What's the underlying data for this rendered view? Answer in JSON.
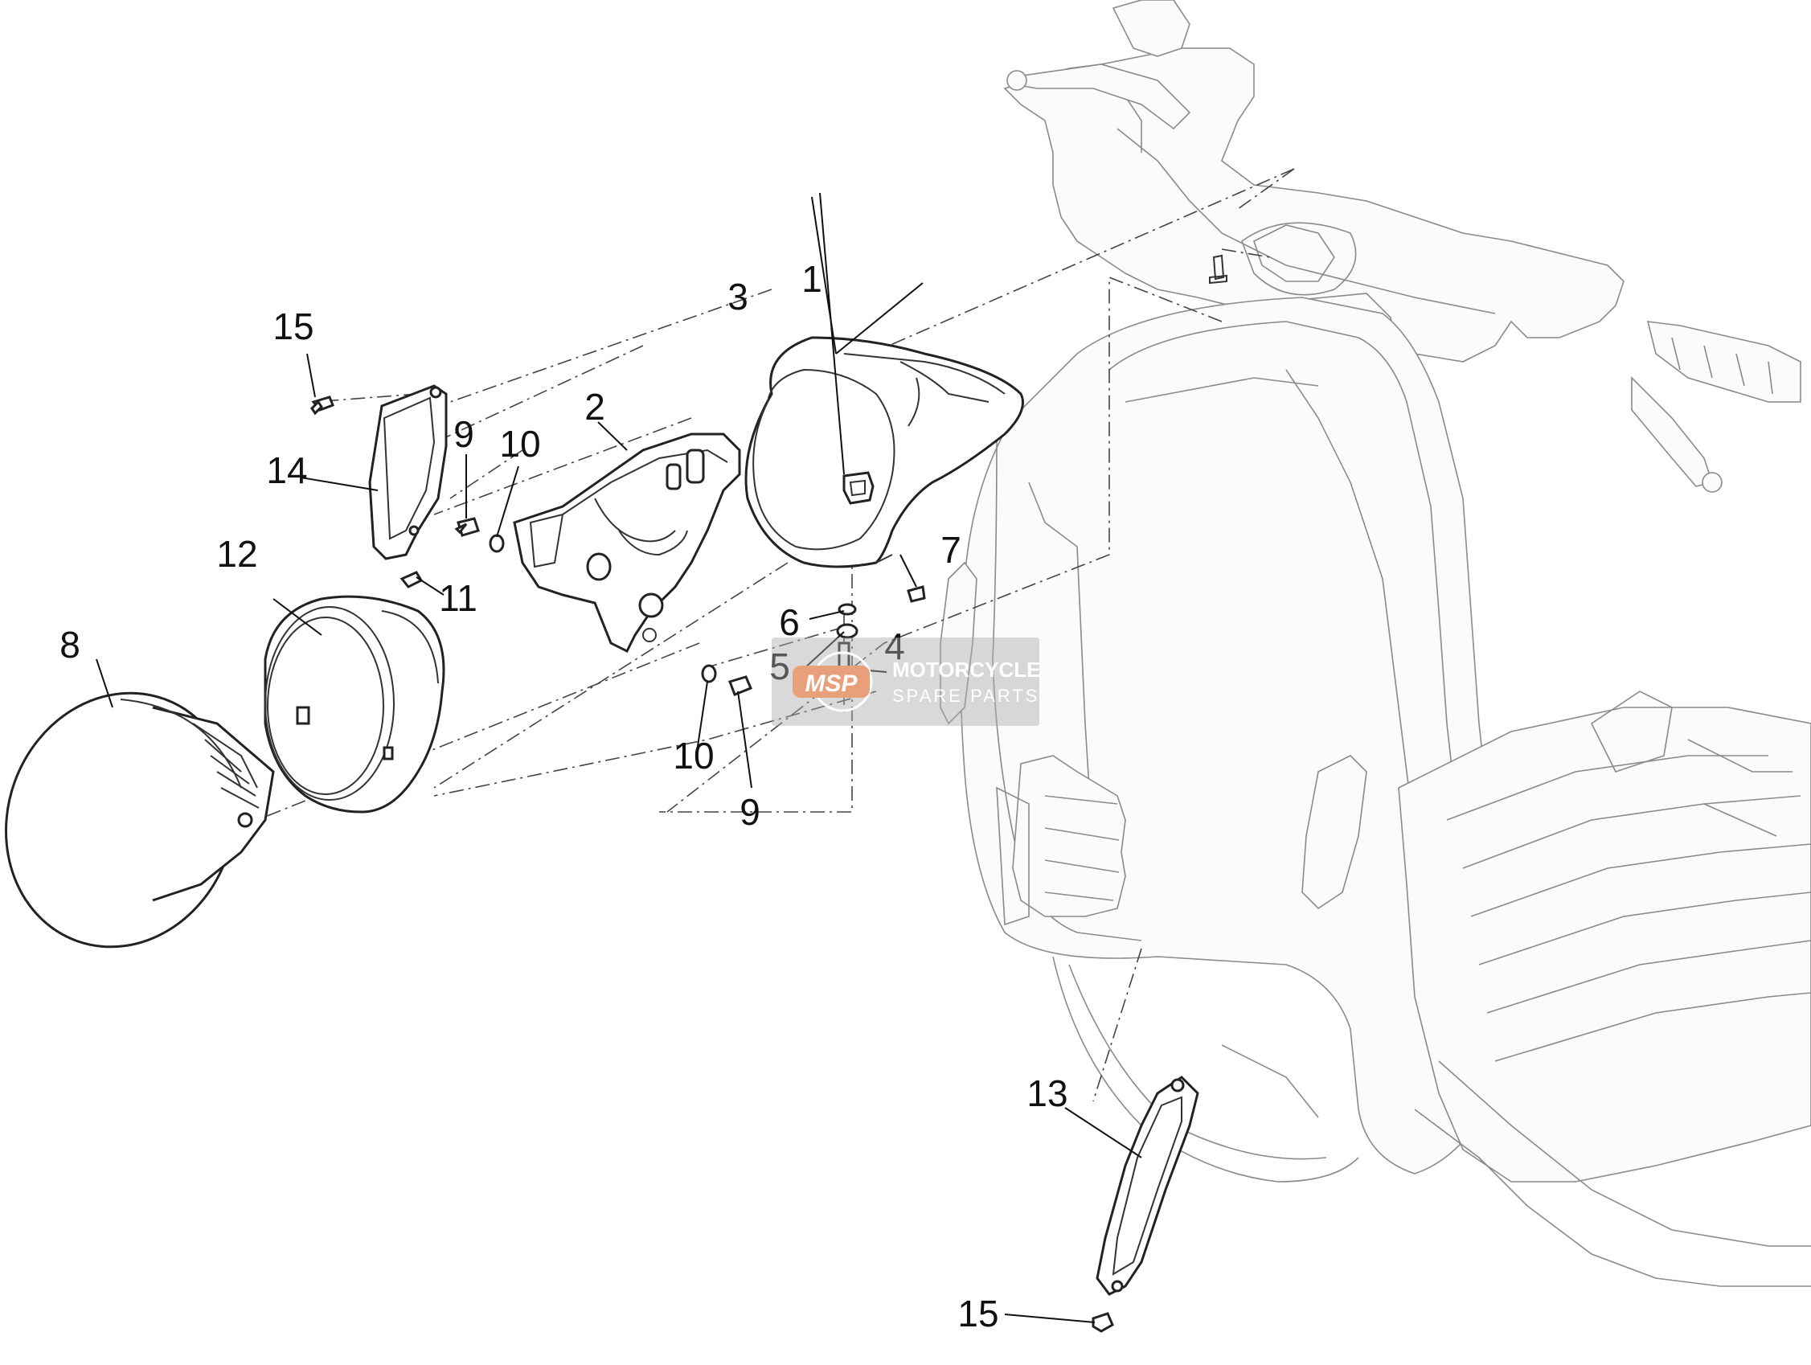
{
  "diagram": {
    "callouts": [
      {
        "id": "c1",
        "text": "1"
      },
      {
        "id": "c2",
        "text": "2"
      },
      {
        "id": "c3",
        "text": "3"
      },
      {
        "id": "c4",
        "text": "4"
      },
      {
        "id": "c5",
        "text": "5"
      },
      {
        "id": "c6",
        "text": "6"
      },
      {
        "id": "c7",
        "text": "7"
      },
      {
        "id": "c8",
        "text": "8"
      },
      {
        "id": "c9a",
        "text": "9"
      },
      {
        "id": "c9b",
        "text": "9"
      },
      {
        "id": "c10a",
        "text": "10"
      },
      {
        "id": "c10b",
        "text": "10"
      },
      {
        "id": "c11",
        "text": "11"
      },
      {
        "id": "c12",
        "text": "12"
      },
      {
        "id": "c13",
        "text": "13"
      },
      {
        "id": "c14",
        "text": "14"
      },
      {
        "id": "c15a",
        "text": "15"
      },
      {
        "id": "c15b",
        "text": "15"
      }
    ]
  },
  "watermark": {
    "logo": "MSP",
    "line1": "MOTORCYCLE",
    "line2": "SPARE PARTS"
  }
}
